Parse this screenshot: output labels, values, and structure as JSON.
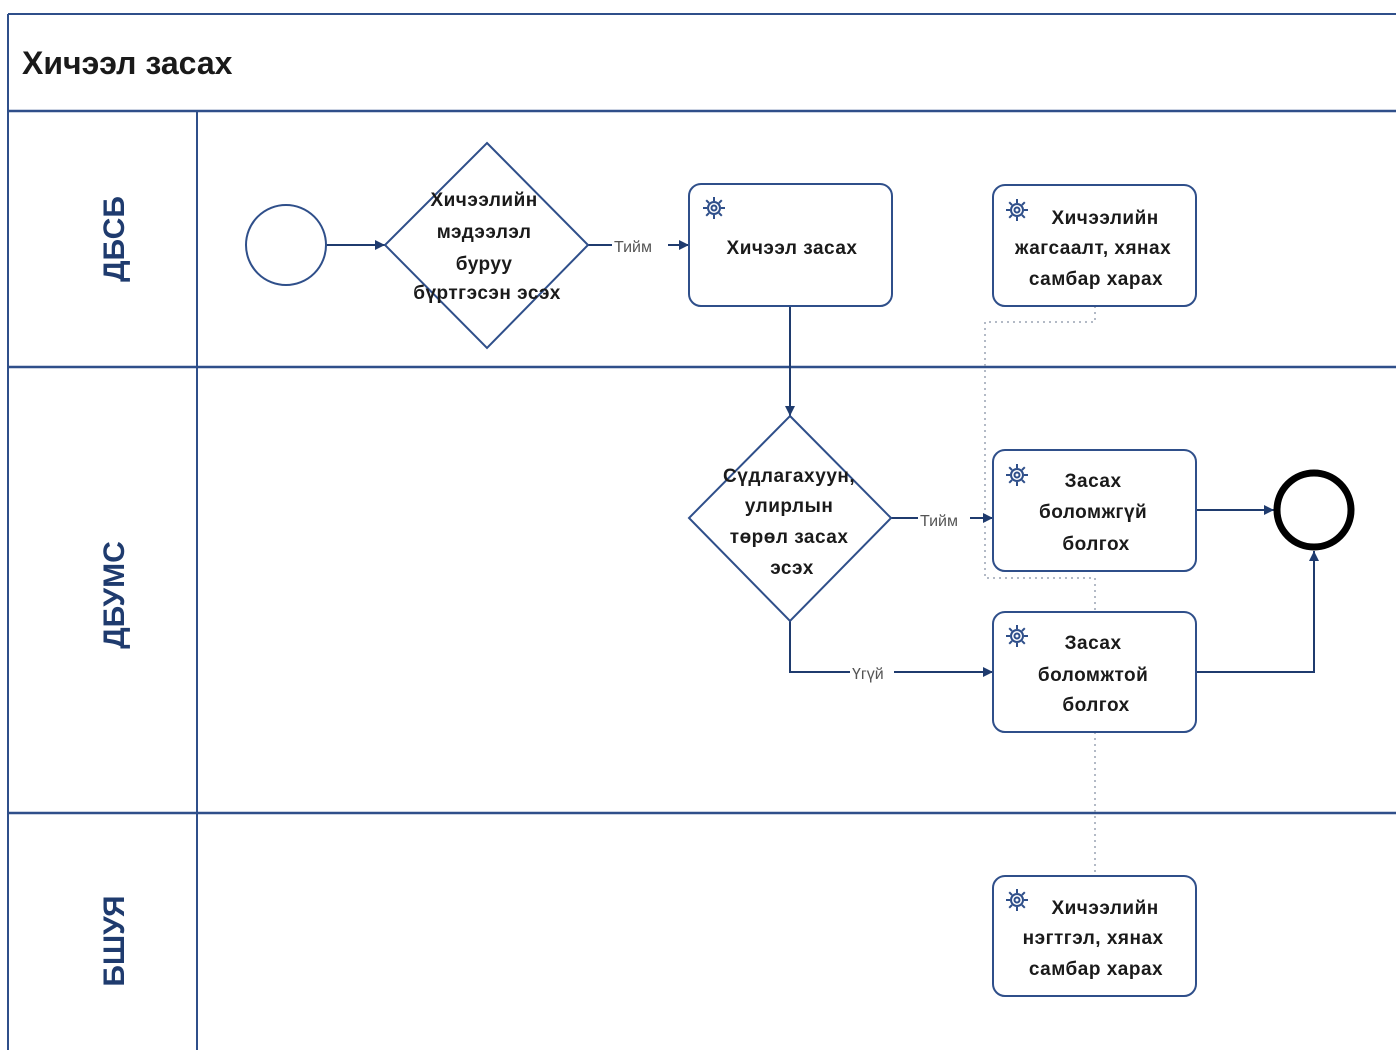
{
  "title": "Хичээл засах",
  "lanes": [
    {
      "id": "lane1",
      "label": "ДБСБ"
    },
    {
      "id": "lane2",
      "label": "ДБУМС"
    },
    {
      "id": "lane3",
      "label": "БШУЯ"
    }
  ],
  "nodes": {
    "start": {
      "label": ""
    },
    "gateway1": {
      "lines": [
        "Хичээлийн",
        "мэдээлэл",
        "буруу",
        "бүртгэсэн эсэх"
      ]
    },
    "task_edit": {
      "lines": [
        "Хичээл засах"
      ],
      "icon": "gear-icon"
    },
    "task_list_view": {
      "lines": [
        "Хичээлийн",
        "жагсаалт, хянах",
        "самбар харах"
      ],
      "icon": "gear-icon"
    },
    "gateway2": {
      "lines": [
        "Сүдлагахуун,",
        "улирлын",
        "төрөл засах",
        "эсэх"
      ]
    },
    "task_cannot_edit": {
      "lines": [
        "Засах",
        "боломжгүй",
        "болгох"
      ],
      "icon": "gear-icon"
    },
    "task_can_edit": {
      "lines": [
        "Засах",
        "боломжтой",
        "болгох"
      ],
      "icon": "gear-icon"
    },
    "task_summary_view": {
      "lines": [
        "Хичээлийн",
        "нэгтгэл, хянах",
        "самбар харах"
      ],
      "icon": "gear-icon"
    },
    "end": {
      "label": ""
    }
  },
  "flows": {
    "yes1": "Тийм",
    "yes2": "Тийм",
    "no2": "Үгүй"
  }
}
